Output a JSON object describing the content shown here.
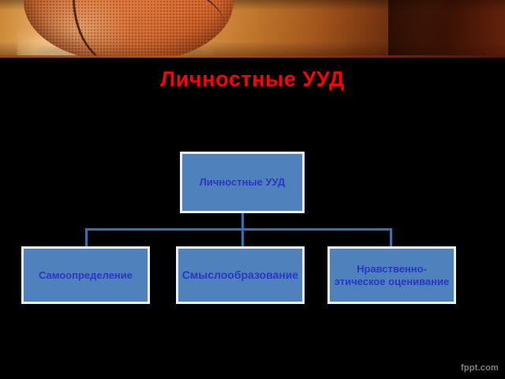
{
  "slide": {
    "title": "Личностные УУД",
    "title_color": "#FF0000",
    "background_color": "#000000"
  },
  "banner": {
    "image_description": "basketball-on-wooden-floor-photo",
    "accent_color": "#C85C27"
  },
  "diagram": {
    "type": "org-chart",
    "node_fill_color": "#4F81BD",
    "node_border_color": "#E9EFF7",
    "node_text_color": "#2B35C8",
    "connector_color": "#3A6FA8",
    "root": {
      "label": "Личностные УУД"
    },
    "children": [
      {
        "label": "Самоопределение"
      },
      {
        "label": "Смыслообразование"
      },
      {
        "label": "Нравственно-этическое оценивание"
      }
    ]
  },
  "watermark": {
    "text": "fppt.com"
  }
}
